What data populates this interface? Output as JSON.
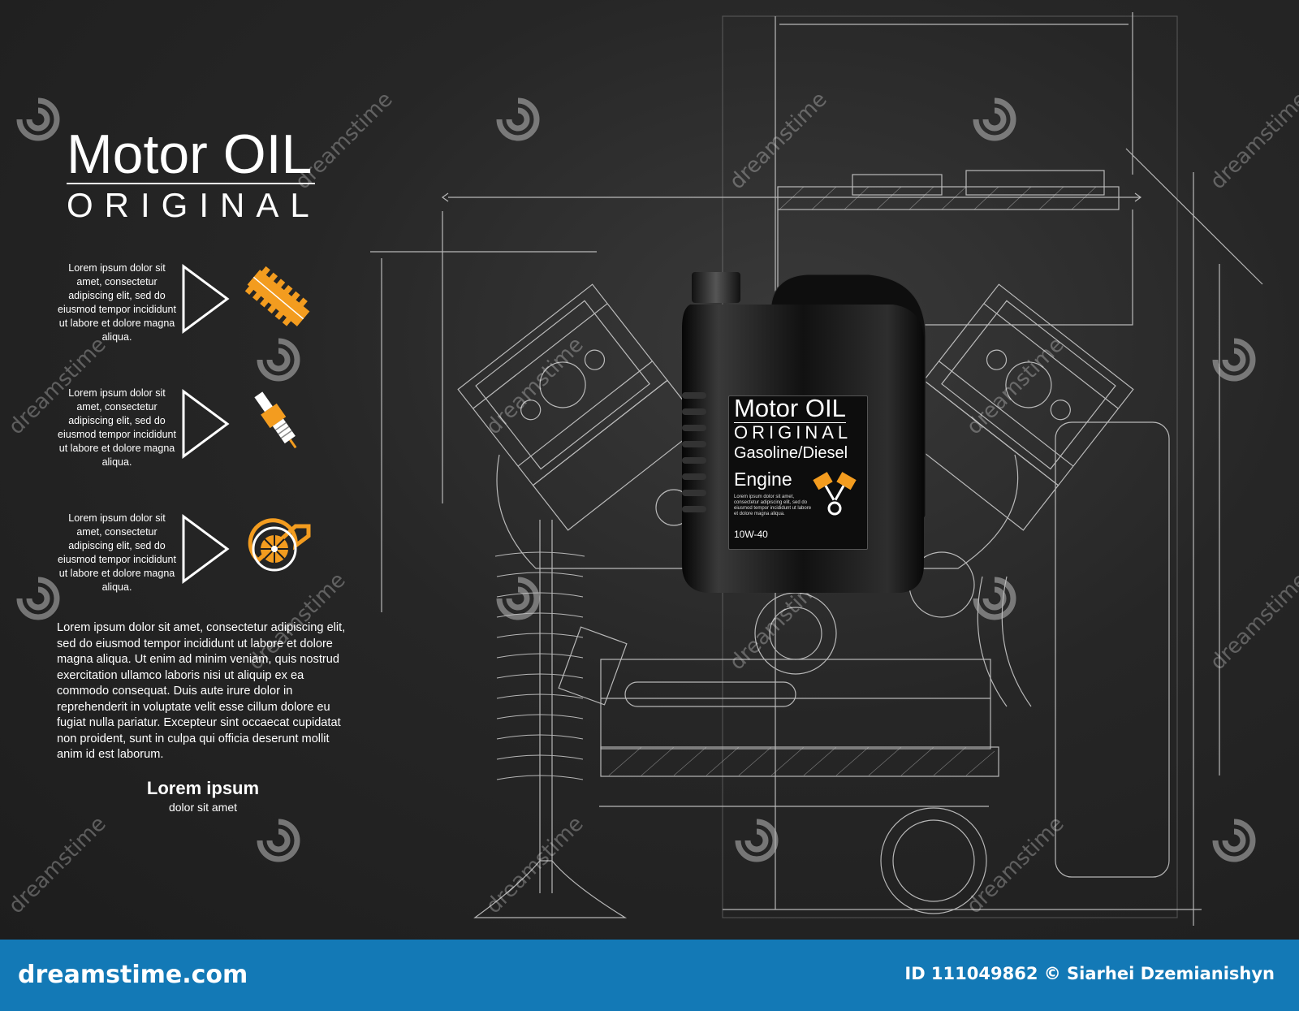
{
  "title": {
    "main": "Motor OIL",
    "sub": "ORIGINAL"
  },
  "features": [
    {
      "text": "Lorem ipsum dolor sit amet, consectetur adipiscing elit, sed do eiusmod tempor incididunt ut labore et dolore magna aliqua.",
      "icon": "gear-icon"
    },
    {
      "text": "Lorem ipsum dolor sit amet, consectetur adipiscing elit, sed do eiusmod tempor incididunt ut labore et dolore magna aliqua.",
      "icon": "spark-plug-icon"
    },
    {
      "text": "Lorem ipsum dolor sit amet, consectetur adipiscing elit, sed do eiusmod tempor incididunt ut labore et dolore magna aliqua.",
      "icon": "turbo-icon"
    }
  ],
  "body_text": "Lorem ipsum dolor sit amet, consectetur adipiscing elit, sed do eiusmod tempor incididunt ut labore et dolore magna aliqua. Ut enim ad minim veniam, quis nostrud exercitation ullamco laboris nisi ut aliquip ex ea commodo consequat. Duis aute irure dolor in reprehenderit in voluptate velit esse cillum dolore eu fugiat nulla pariatur. Excepteur sint occaecat cupidatat non proident, sunt in culpa qui officia deserunt mollit anim id est laborum.",
  "footer": {
    "title": "Lorem ipsum",
    "sub": "dolor sit amet"
  },
  "bottle_label": {
    "line1": "Motor OIL",
    "line2": "ORIGINAL",
    "line3": "Gasoline/Diesel",
    "line4": "Engine",
    "small": "Lorem ipsum dolor sit amet, consectetur adipiscing elit, sed do eiusmod tempor incididunt ut labore et dolore magna aliqua.",
    "grade": "10W-40"
  },
  "watermark": {
    "text": "dreamstime"
  },
  "bar": {
    "brand": "dreamstime.com",
    "credit": "ID 111049862 © Siarhei Dzemianishyn"
  },
  "colors": {
    "accent": "#f39c1f",
    "bar": "#1379b6",
    "background": "#262626"
  }
}
